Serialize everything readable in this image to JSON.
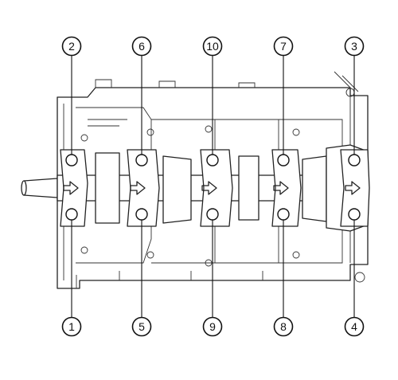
{
  "bolt_callouts": [
    {
      "label": "2",
      "column": 1,
      "side": "top"
    },
    {
      "label": "6",
      "column": 2,
      "side": "top"
    },
    {
      "label": "10",
      "column": 3,
      "side": "top"
    },
    {
      "label": "7",
      "column": 4,
      "side": "top"
    },
    {
      "label": "3",
      "column": 5,
      "side": "top"
    },
    {
      "label": "1",
      "column": 1,
      "side": "bottom"
    },
    {
      "label": "5",
      "column": 2,
      "side": "bottom"
    },
    {
      "label": "9",
      "column": 3,
      "side": "bottom"
    },
    {
      "label": "8",
      "column": 4,
      "side": "bottom"
    },
    {
      "label": "4",
      "column": 5,
      "side": "bottom"
    }
  ]
}
